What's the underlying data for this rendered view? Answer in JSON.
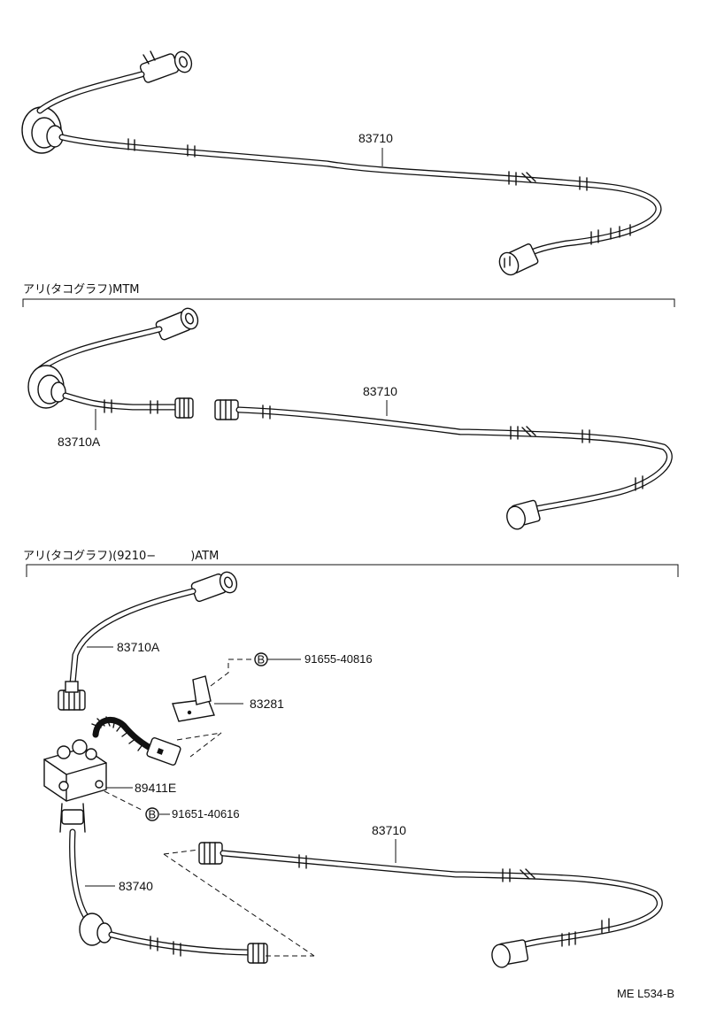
{
  "sections": [
    {
      "header": "",
      "parts": [
        {
          "number": "83710"
        }
      ]
    },
    {
      "header": "アリ(タコグラフ)MTM",
      "parts": [
        {
          "number": "83710"
        },
        {
          "number": "83710A"
        }
      ]
    },
    {
      "header": "アリ(タコグラフ)(9210−　　　)ATM",
      "parts": [
        {
          "number": "83710A"
        },
        {
          "number": "91655-40816",
          "bolt_mark": "B"
        },
        {
          "number": "83281"
        },
        {
          "number": "89411E"
        },
        {
          "number": "91651-40616",
          "bolt_mark": "B"
        },
        {
          "number": "83710"
        },
        {
          "number": "83740"
        }
      ]
    }
  ],
  "reference_code": "ME L534-B"
}
